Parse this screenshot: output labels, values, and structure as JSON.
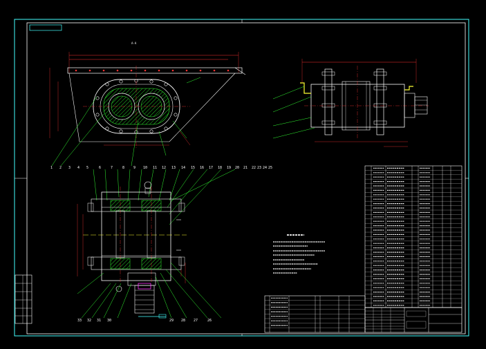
{
  "drawing": {
    "colors": {
      "background": "#000000",
      "frame": "#ffffff",
      "border_outer": "#44ffff",
      "geometry": "#ffffff",
      "hatch": "#33ff33",
      "leader": "#33ff33",
      "dimension": "#ff3333",
      "center_line": "#ff3333",
      "component": "#ffff33"
    },
    "top_label": "A-A",
    "section_label": "A"
  },
  "views": {
    "front_view": {
      "name": "front-view"
    },
    "side_view": {
      "name": "side-view"
    },
    "main_section": {
      "name": "main-section"
    }
  },
  "labels": {
    "top_callouts": [
      "1",
      "2",
      "3",
      "4",
      "5",
      "6",
      "7",
      "8",
      "9",
      "10",
      "11",
      "12",
      "13",
      "14",
      "15",
      "16",
      "17",
      "18",
      "19",
      "20",
      "21",
      "22",
      "23",
      "24",
      "25"
    ],
    "bottom_callouts": [
      "33",
      "32",
      "31",
      "30",
      "29",
      "28",
      "27",
      "26"
    ]
  }
}
